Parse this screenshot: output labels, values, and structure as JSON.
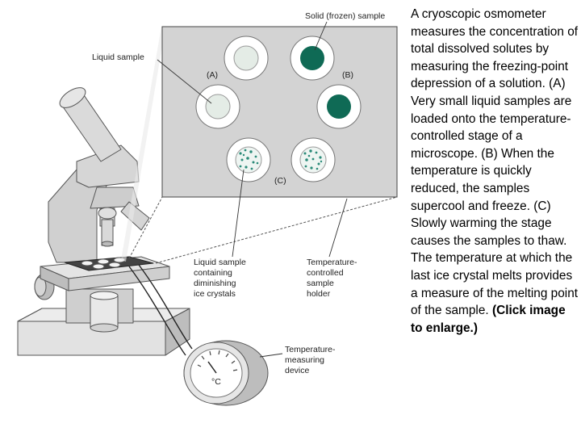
{
  "figure": {
    "labels": {
      "solid_sample": "Solid (frozen) sample",
      "liquid_sample": "Liquid sample",
      "panel_a": "(A)",
      "panel_b": "(B)",
      "panel_c": "(C)",
      "liquid_ice": [
        "Liquid sample",
        "containing",
        "diminishing",
        "ice crystals"
      ],
      "stage_holder": [
        "Temperature-",
        "controlled",
        "sample",
        "holder"
      ],
      "measuring_device": [
        "Temperature-",
        "measuring",
        "device"
      ],
      "degree_unit": "°C"
    },
    "colors": {
      "panel": "#d3d3d3",
      "frozen": "#0f6a55",
      "liquid": "#e4ece6",
      "crystal": "#2a8a78",
      "instrument": "#d5d5d5"
    }
  },
  "caption": {
    "text": "A cryoscopic osmometer measures the concentration of total dissolved solutes by measuring the freezing-point depression of a solution. (A) Very small liquid samples are loaded onto the temperature-controlled stage of a microscope. (B) When the temperature is quickly reduced, the samples supercool and freeze. (C) Slowly warming the stage causes the samples to thaw. The temperature at which the last ice crystal melts provides a measure of the melting point of the sample.",
    "link": "(Click image to enlarge.)"
  }
}
